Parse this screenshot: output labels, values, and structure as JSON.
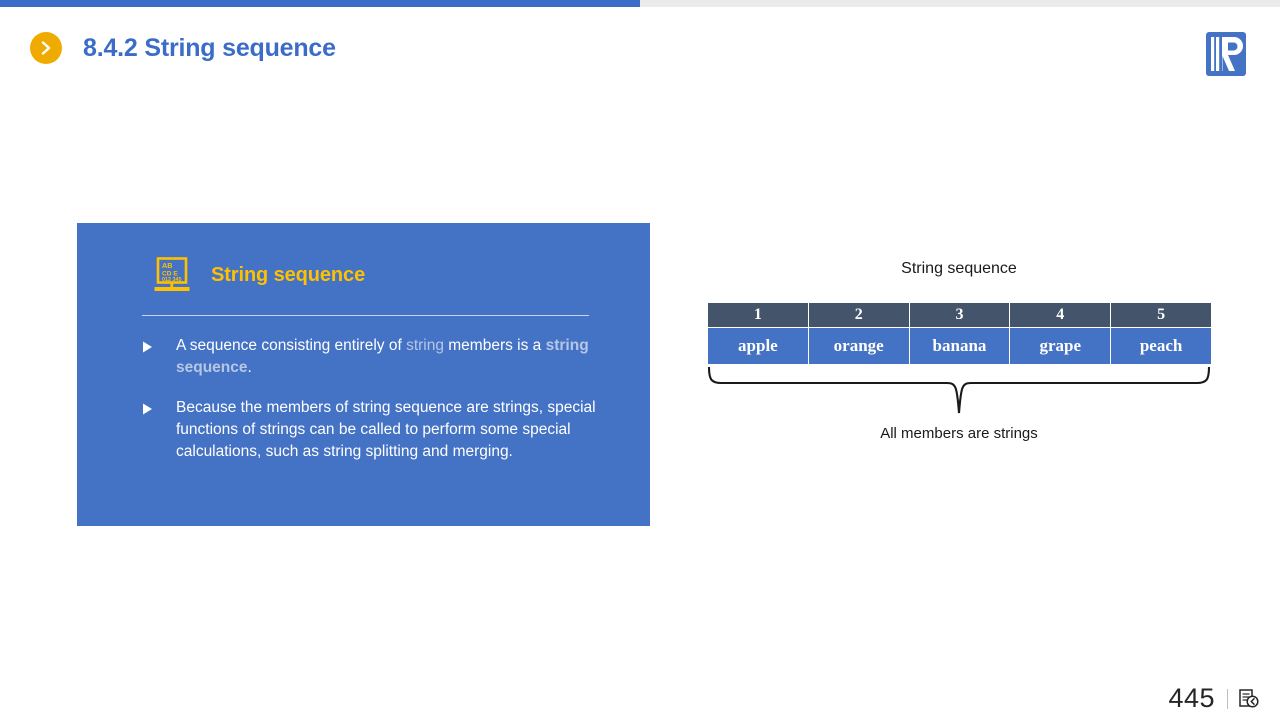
{
  "topbar": {
    "accent_color": "#3b6cc8",
    "track_color": "#ebebeb"
  },
  "header": {
    "badge_icon": "chevron-right-icon",
    "badge_color": "#f0ab00",
    "title": "8.4.2 String sequence",
    "title_color": "#3b6cc8",
    "logo_icon": "book-r-logo-icon"
  },
  "concept_panel": {
    "background_color": "#4472c4",
    "icon": "board-letters-icon",
    "icon_labels": [
      "AB",
      "CD E",
      "012 345"
    ],
    "heading": "String sequence",
    "heading_color": "#ffc000",
    "bullets": [
      {
        "marker": "triangle-right-icon",
        "segments": [
          {
            "text": "A sequence consisting entirely of ",
            "style": "normal"
          },
          {
            "text": "string",
            "style": "accent"
          },
          {
            "text": " members is a ",
            "style": "normal"
          },
          {
            "text": "string sequence",
            "style": "accent-strong"
          },
          {
            "text": ".",
            "style": "normal"
          }
        ]
      },
      {
        "marker": "triangle-right-icon",
        "segments": [
          {
            "text": "Because the members of string sequence are strings, special functions of strings can be called to perform some special calculations, such as string splitting and merging.",
            "style": "normal"
          }
        ]
      }
    ]
  },
  "diagram": {
    "caption": "String sequence",
    "header_color": "#44546a",
    "cell_color": "#4472c4",
    "indices": [
      "1",
      "2",
      "3",
      "4",
      "5"
    ],
    "values": [
      "apple",
      "orange",
      "banana",
      "grape",
      "peach"
    ],
    "brace_icon": "curly-brace-down-icon",
    "brace_caption": "All members are strings"
  },
  "footer": {
    "page_number": "445",
    "icon": "document-back-icon"
  }
}
